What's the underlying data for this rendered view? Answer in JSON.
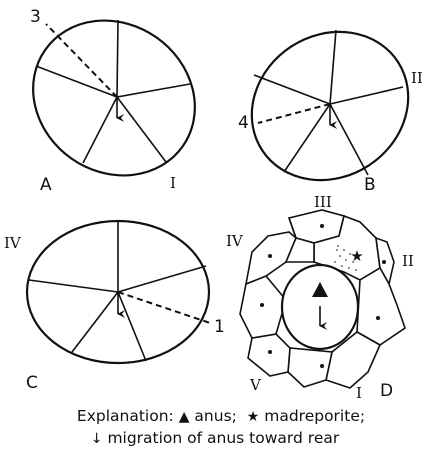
{
  "panels": {
    "a": {
      "letter": "A",
      "dashed_ray_number": "3",
      "marker": "I"
    },
    "b": {
      "letter": "B",
      "dashed_ray_number": "4",
      "marker": "II"
    },
    "c": {
      "letter": "C",
      "dashed_ray_number": "1",
      "marker": "IV"
    },
    "d": {
      "letter": "D",
      "ambulacra": [
        "I",
        "II",
        "III",
        "IV",
        "V"
      ]
    }
  },
  "explanation": {
    "prefix": "Explanation:",
    "anus_label": "anus;",
    "madreporite_label": "madreporite;",
    "migration_label": "migration of anus toward rear",
    "anus_symbol": "▲",
    "madreporite_symbol": "★",
    "arrow_symbol": "↓"
  },
  "colors": {
    "ink": "#111111",
    "paper": "#ffffff"
  }
}
